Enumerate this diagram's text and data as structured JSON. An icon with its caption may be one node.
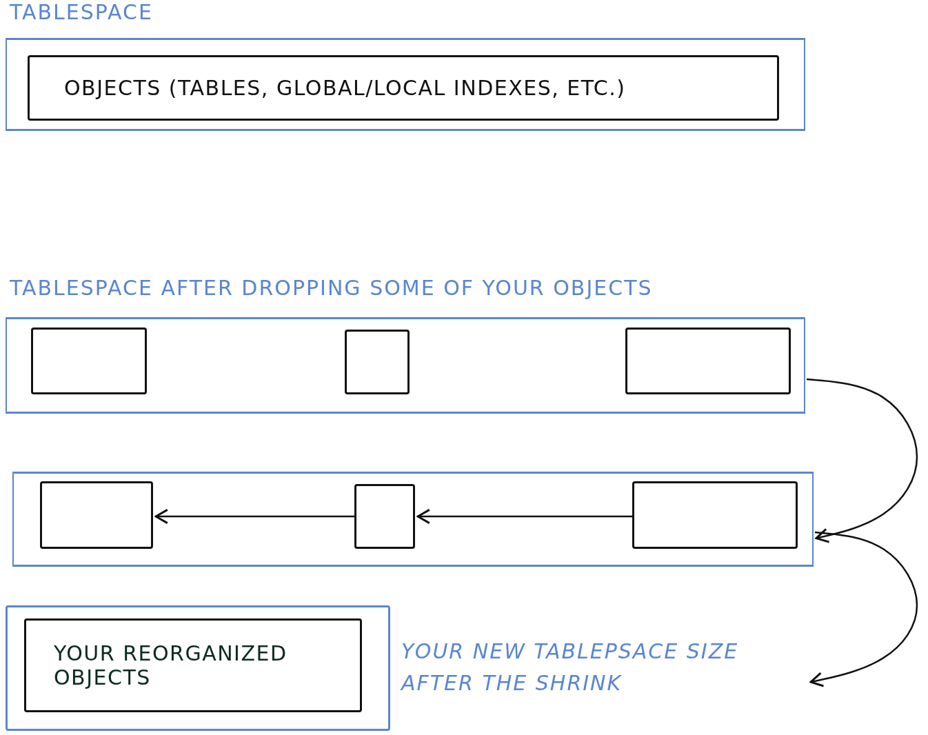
{
  "diagram": {
    "nodes": [
      {
        "text": [
          "TABLESPACE"
        ]
      },
      {
        "text": [
          "OBJECTS (TABLES, GLOBAL/LOCAL INDEXES, ETC.)"
        ],
        "in": 0
      },
      {
        "text": [
          "TABLESPACE AFTER DROPPING SOME OF YOUR OBJECTS"
        ]
      },
      {
        "text": [],
        "shape": "box",
        "in": 2
      },
      {
        "text": [],
        "shape": "box",
        "in": 2
      },
      {
        "text": [],
        "shape": "box",
        "in": 2
      },
      {
        "text": [],
        "shape": "box"
      },
      {
        "text": [],
        "shape": "box",
        "in": 6
      },
      {
        "text": [],
        "shape": "box",
        "in": 6
      },
      {
        "text": [],
        "shape": "box",
        "in": 6
      },
      {
        "text": [],
        "shape": "box"
      },
      {
        "text": [
          "YOUR REORGANIZED OBJECTS"
        ],
        "in": 10
      },
      {
        "text": [
          "YOUR NEW TABLEPSACE SIZE AFTER THE SHRINK"
        ]
      }
    ],
    "edges": [
      {
        "from": 2,
        "to": 6,
        "arrow": "to"
      },
      {
        "from": 6,
        "to": 12,
        "arrow": "to"
      },
      {
        "from": 9,
        "to": 8,
        "arrow": "to"
      },
      {
        "from": 8,
        "to": 7,
        "arrow": "to"
      }
    ]
  }
}
